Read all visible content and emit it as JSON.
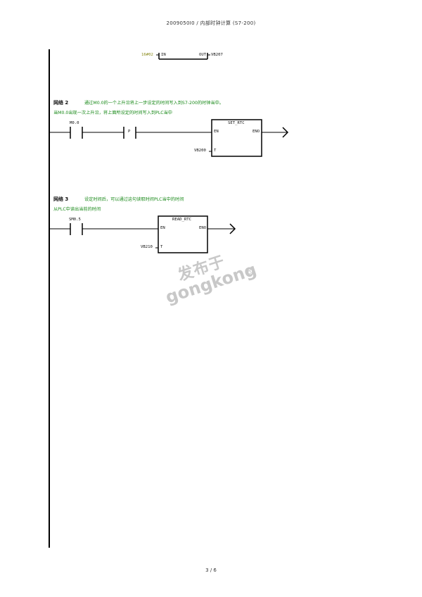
{
  "header": {
    "text": "2009050I0  /  内部时钟计算 (S7-200)"
  },
  "network1_fragment": {
    "input_label": "16#02",
    "en_pin": "IN",
    "out_pin": "OUT",
    "out_operand": "VB207"
  },
  "network2": {
    "label": "网络 2",
    "comment_line1": "通过M0.0的一个上升沿将上一步设定的时间写入到S7-200的时钟当中。",
    "comment_line2": "当M0.0出现一次上升沿，将上面所设定的时间写入到PLC当中",
    "contact": "M0.0",
    "edge": "P",
    "box_title": "SET_RTC",
    "en": "EN",
    "eno": "ENO",
    "t_pin": "T",
    "t_operand": "VB200"
  },
  "network3": {
    "label": "网络 3",
    "comment_line1": "设定时间后，可以通过这句读取时间PLC当中的时间",
    "comment_line2": "从PLC中读出当前的时间",
    "contact": "SM0.5",
    "box_title": "READ_RTC",
    "en": "EN",
    "eno": "ENO",
    "t_pin": "T",
    "t_operand": "VB210"
  },
  "watermark": {
    "line1": "发布于",
    "line2": "gongkong",
    "mark": "®"
  },
  "footer": {
    "page": "3 / 6"
  }
}
